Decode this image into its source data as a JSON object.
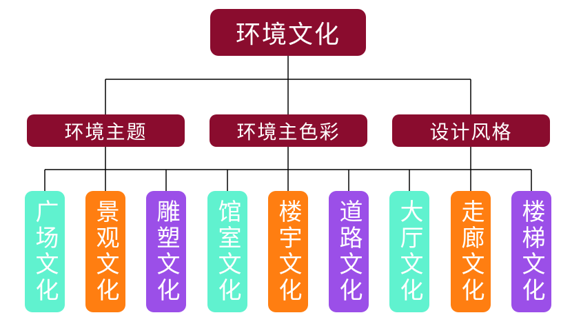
{
  "colors": {
    "dark": "#8a0c2e",
    "teal": "#60f2cf",
    "orange": "#ff7e11",
    "purple": "#9b4fe8",
    "line": "#000000"
  },
  "root": {
    "label": "环境文化"
  },
  "categories": [
    {
      "label": "环境主题"
    },
    {
      "label": "环境主色彩"
    },
    {
      "label": "设计风格"
    }
  ],
  "leaves": [
    {
      "label": "广场文化",
      "color": "teal"
    },
    {
      "label": "景观文化",
      "color": "orange"
    },
    {
      "label": "雕塑文化",
      "color": "purple"
    },
    {
      "label": "馆室文化",
      "color": "teal"
    },
    {
      "label": "楼宇文化",
      "color": "orange"
    },
    {
      "label": "道路文化",
      "color": "purple"
    },
    {
      "label": "大厅文化",
      "color": "teal"
    },
    {
      "label": "走廊文化",
      "color": "orange"
    },
    {
      "label": "楼梯文化",
      "color": "purple"
    }
  ]
}
